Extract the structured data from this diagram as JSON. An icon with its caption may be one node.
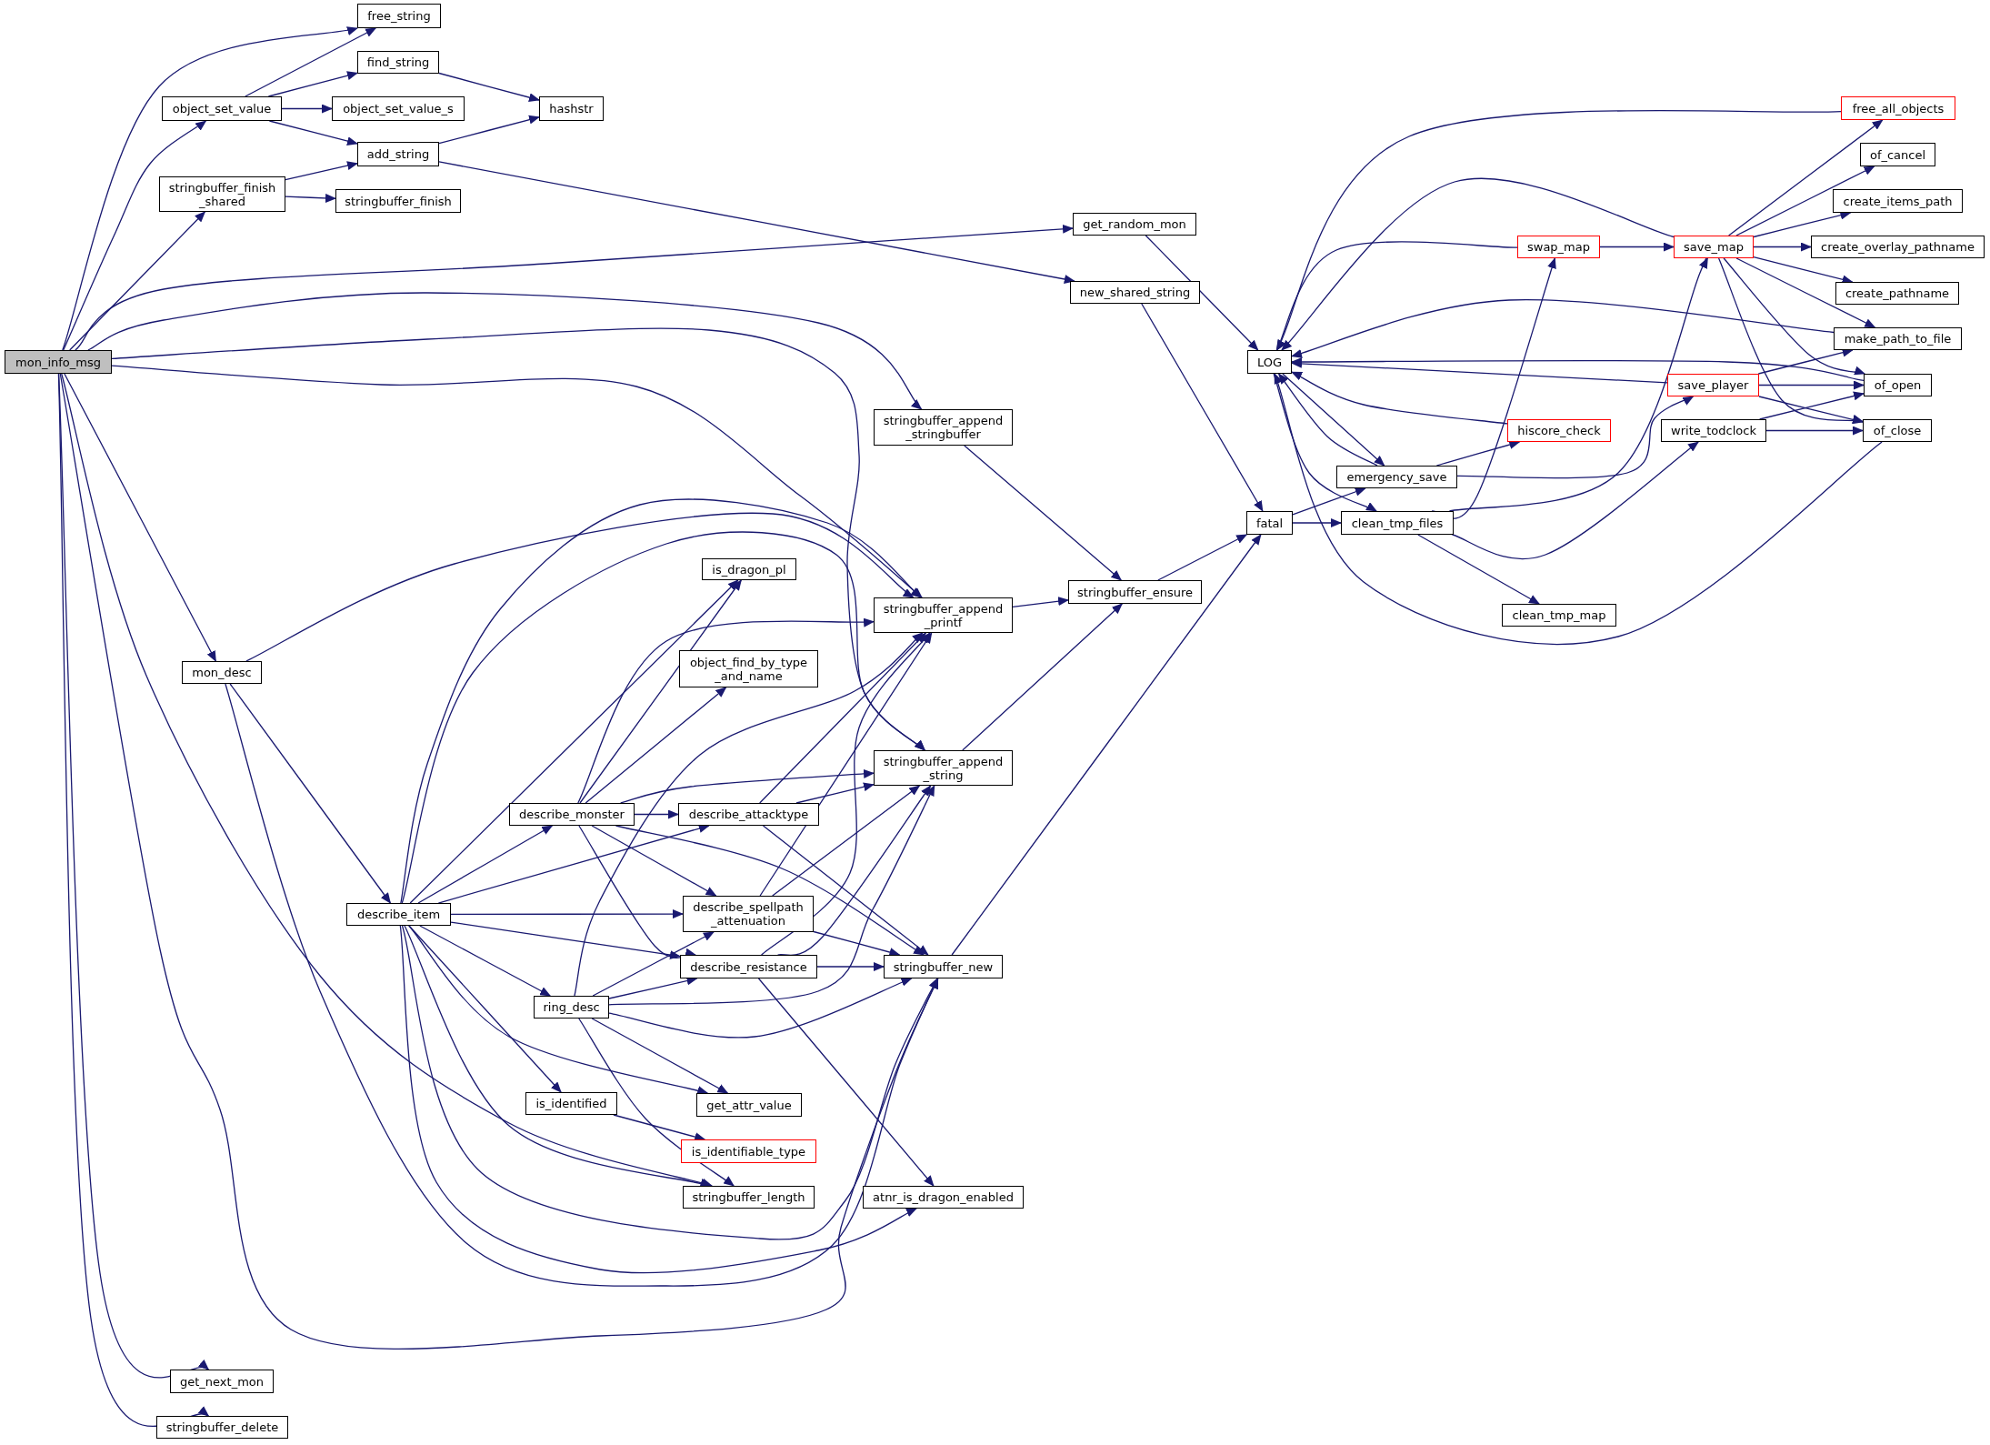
{
  "diagram": {
    "nodes": [
      {
        "text": [
          "mon_info_msg"
        ]
      },
      {
        "text": [
          "free_string"
        ]
      },
      {
        "text": [
          "object_set_value"
        ]
      },
      {
        "text": [
          "find_string"
        ]
      },
      {
        "text": [
          "object_set_value_s"
        ]
      },
      {
        "text": [
          "hashstr"
        ]
      },
      {
        "text": [
          "add_string"
        ]
      },
      {
        "text": [
          "stringbuffer_finish _shared"
        ]
      },
      {
        "text": [
          "stringbuffer_finish"
        ]
      },
      {
        "text": [
          "get_random_mon"
        ]
      },
      {
        "text": [
          "new_shared_string"
        ]
      },
      {
        "text": [
          "stringbuffer_append _stringbuffer"
        ]
      },
      {
        "text": [
          "mon_desc"
        ]
      },
      {
        "text": [
          "is_dragon_pl"
        ]
      },
      {
        "text": [
          "stringbuffer_append _printf"
        ]
      },
      {
        "text": [
          "object_find_by_type _and_name"
        ]
      },
      {
        "text": [
          "stringbuffer_append _string"
        ]
      },
      {
        "text": [
          "describe_monster"
        ]
      },
      {
        "text": [
          "describe_attacktype"
        ]
      },
      {
        "text": [
          "describe_item"
        ]
      },
      {
        "text": [
          "describe_spellpath _attenuation"
        ]
      },
      {
        "text": [
          "describe_resistance"
        ]
      },
      {
        "text": [
          "stringbuffer_new"
        ]
      },
      {
        "text": [
          "ring_desc"
        ]
      },
      {
        "text": [
          "is_identified"
        ]
      },
      {
        "text": [
          "get_attr_value"
        ]
      },
      {
        "text": [
          "is_identifiable_type"
        ]
      },
      {
        "text": [
          "stringbuffer_length"
        ]
      },
      {
        "text": [
          "atnr_is_dragon_enabled"
        ]
      },
      {
        "text": [
          "get_next_mon"
        ]
      },
      {
        "text": [
          "stringbuffer_delete"
        ]
      },
      {
        "text": [
          "stringbuffer_ensure"
        ]
      },
      {
        "text": [
          "LOG"
        ]
      },
      {
        "text": [
          "fatal"
        ]
      },
      {
        "text": [
          "emergency_save"
        ]
      },
      {
        "text": [
          "clean_tmp_files"
        ]
      },
      {
        "text": [
          "clean_tmp_map"
        ]
      },
      {
        "text": [
          "swap_map"
        ]
      },
      {
        "text": [
          "hiscore_check"
        ]
      },
      {
        "text": [
          "save_map"
        ]
      },
      {
        "text": [
          "save_player"
        ]
      },
      {
        "text": [
          "write_todclock"
        ]
      },
      {
        "text": [
          "free_all_objects"
        ]
      },
      {
        "text": [
          "of_cancel"
        ]
      },
      {
        "text": [
          "create_items_path"
        ]
      },
      {
        "text": [
          "create_overlay_pathname"
        ]
      },
      {
        "text": [
          "create_pathname"
        ]
      },
      {
        "text": [
          "make_path_to_file"
        ]
      },
      {
        "text": [
          "of_open"
        ]
      },
      {
        "text": [
          "of_close"
        ]
      }
    ],
    "edges": [
      {
        "from": 0,
        "to": 1,
        "arrow": "to"
      },
      {
        "from": 0,
        "to": 2,
        "arrow": "to"
      },
      {
        "from": 0,
        "to": 7,
        "arrow": "to"
      },
      {
        "from": 0,
        "to": 9,
        "arrow": "to"
      },
      {
        "from": 0,
        "to": 11,
        "arrow": "to"
      },
      {
        "from": 0,
        "to": 14,
        "arrow": "to"
      },
      {
        "from": 0,
        "to": 16,
        "arrow": "to"
      },
      {
        "from": 0,
        "to": 12,
        "arrow": "to"
      },
      {
        "from": 0,
        "to": 27,
        "arrow": "to"
      },
      {
        "from": 0,
        "to": 22,
        "arrow": "to"
      },
      {
        "from": 0,
        "to": 29,
        "arrow": "to"
      },
      {
        "from": 0,
        "to": 30,
        "arrow": "to"
      },
      {
        "from": 2,
        "to": 1,
        "arrow": "to"
      },
      {
        "from": 2,
        "to": 3,
        "arrow": "to"
      },
      {
        "from": 2,
        "to": 4,
        "arrow": "to"
      },
      {
        "from": 2,
        "to": 6,
        "arrow": "to"
      },
      {
        "from": 3,
        "to": 5,
        "arrow": "to"
      },
      {
        "from": 6,
        "to": 5,
        "arrow": "to"
      },
      {
        "from": 6,
        "to": 10,
        "arrow": "to"
      },
      {
        "from": 7,
        "to": 6,
        "arrow": "to"
      },
      {
        "from": 7,
        "to": 8,
        "arrow": "to"
      },
      {
        "from": 9,
        "to": 32,
        "arrow": "to"
      },
      {
        "from": 10,
        "to": 33,
        "arrow": "to"
      },
      {
        "from": 11,
        "to": 31,
        "arrow": "to"
      },
      {
        "from": 14,
        "to": 31,
        "arrow": "to"
      },
      {
        "from": 16,
        "to": 31,
        "arrow": "to"
      },
      {
        "from": 22,
        "to": 33,
        "arrow": "to"
      },
      {
        "from": 31,
        "to": 33,
        "arrow": "to"
      },
      {
        "from": 12,
        "to": 14,
        "arrow": "to"
      },
      {
        "from": 12,
        "to": 19,
        "arrow": "to"
      },
      {
        "from": 12,
        "to": 22,
        "arrow": "to"
      },
      {
        "from": 19,
        "to": 13,
        "arrow": "to"
      },
      {
        "from": 19,
        "to": 14,
        "arrow": "to"
      },
      {
        "from": 19,
        "to": 16,
        "arrow": "to"
      },
      {
        "from": 19,
        "to": 17,
        "arrow": "to"
      },
      {
        "from": 19,
        "to": 18,
        "arrow": "to"
      },
      {
        "from": 19,
        "to": 20,
        "arrow": "to"
      },
      {
        "from": 19,
        "to": 21,
        "arrow": "to"
      },
      {
        "from": 19,
        "to": 23,
        "arrow": "to"
      },
      {
        "from": 19,
        "to": 24,
        "arrow": "to"
      },
      {
        "from": 19,
        "to": 25,
        "arrow": "to"
      },
      {
        "from": 19,
        "to": 27,
        "arrow": "to"
      },
      {
        "from": 19,
        "to": 28,
        "arrow": "to"
      },
      {
        "from": 19,
        "to": 22,
        "arrow": "to"
      },
      {
        "from": 17,
        "to": 13,
        "arrow": "to"
      },
      {
        "from": 17,
        "to": 14,
        "arrow": "to"
      },
      {
        "from": 17,
        "to": 15,
        "arrow": "to"
      },
      {
        "from": 17,
        "to": 16,
        "arrow": "to"
      },
      {
        "from": 17,
        "to": 18,
        "arrow": "to"
      },
      {
        "from": 17,
        "to": 20,
        "arrow": "to"
      },
      {
        "from": 17,
        "to": 21,
        "arrow": "to"
      },
      {
        "from": 17,
        "to": 22,
        "arrow": "to"
      },
      {
        "from": 18,
        "to": 14,
        "arrow": "to"
      },
      {
        "from": 18,
        "to": 16,
        "arrow": "to"
      },
      {
        "from": 18,
        "to": 22,
        "arrow": "to"
      },
      {
        "from": 20,
        "to": 14,
        "arrow": "to"
      },
      {
        "from": 20,
        "to": 16,
        "arrow": "to"
      },
      {
        "from": 20,
        "to": 22,
        "arrow": "to"
      },
      {
        "from": 21,
        "to": 14,
        "arrow": "to"
      },
      {
        "from": 21,
        "to": 16,
        "arrow": "to"
      },
      {
        "from": 21,
        "to": 22,
        "arrow": "to"
      },
      {
        "from": 21,
        "to": 28,
        "arrow": "to"
      },
      {
        "from": 23,
        "to": 14,
        "arrow": "to"
      },
      {
        "from": 23,
        "to": 20,
        "arrow": "to"
      },
      {
        "from": 23,
        "to": 21,
        "arrow": "to"
      },
      {
        "from": 23,
        "to": 16,
        "arrow": "to"
      },
      {
        "from": 23,
        "to": 22,
        "arrow": "to"
      },
      {
        "from": 23,
        "to": 25,
        "arrow": "to"
      },
      {
        "from": 23,
        "to": 27,
        "arrow": "to"
      },
      {
        "from": 24,
        "to": 26,
        "arrow": "to"
      },
      {
        "from": 32,
        "to": 34,
        "arrow": "to"
      },
      {
        "from": 32,
        "to": 35,
        "arrow": "to"
      },
      {
        "from": 33,
        "to": 34,
        "arrow": "to"
      },
      {
        "from": 33,
        "to": 35,
        "arrow": "to"
      },
      {
        "from": 34,
        "to": 38,
        "arrow": "to"
      },
      {
        "from": 34,
        "to": 40,
        "arrow": "to"
      },
      {
        "from": 34,
        "to": 32,
        "arrow": "to"
      },
      {
        "from": 35,
        "to": 37,
        "arrow": "to"
      },
      {
        "from": 35,
        "to": 39,
        "arrow": "to"
      },
      {
        "from": 35,
        "to": 41,
        "arrow": "to"
      },
      {
        "from": 35,
        "to": 36,
        "arrow": "to"
      },
      {
        "from": 37,
        "to": 39,
        "arrow": "to"
      },
      {
        "from": 37,
        "to": 32,
        "arrow": "to"
      },
      {
        "from": 38,
        "to": 32,
        "arrow": "to"
      },
      {
        "from": 39,
        "to": 42,
        "arrow": "to"
      },
      {
        "from": 39,
        "to": 43,
        "arrow": "to"
      },
      {
        "from": 39,
        "to": 44,
        "arrow": "to"
      },
      {
        "from": 39,
        "to": 45,
        "arrow": "to"
      },
      {
        "from": 39,
        "to": 46,
        "arrow": "to"
      },
      {
        "from": 39,
        "to": 47,
        "arrow": "to"
      },
      {
        "from": 39,
        "to": 48,
        "arrow": "to"
      },
      {
        "from": 39,
        "to": 49,
        "arrow": "to"
      },
      {
        "from": 39,
        "to": 32,
        "arrow": "to"
      },
      {
        "from": 40,
        "to": 47,
        "arrow": "to"
      },
      {
        "from": 40,
        "to": 48,
        "arrow": "to"
      },
      {
        "from": 40,
        "to": 49,
        "arrow": "to"
      },
      {
        "from": 40,
        "to": 32,
        "arrow": "to"
      },
      {
        "from": 41,
        "to": 48,
        "arrow": "to"
      },
      {
        "from": 41,
        "to": 49,
        "arrow": "to"
      },
      {
        "from": 42,
        "to": 32,
        "arrow": "to"
      },
      {
        "from": 47,
        "to": 32,
        "arrow": "to"
      },
      {
        "from": 48,
        "to": 32,
        "arrow": "to"
      },
      {
        "from": 49,
        "to": 32,
        "arrow": "to"
      }
    ]
  }
}
